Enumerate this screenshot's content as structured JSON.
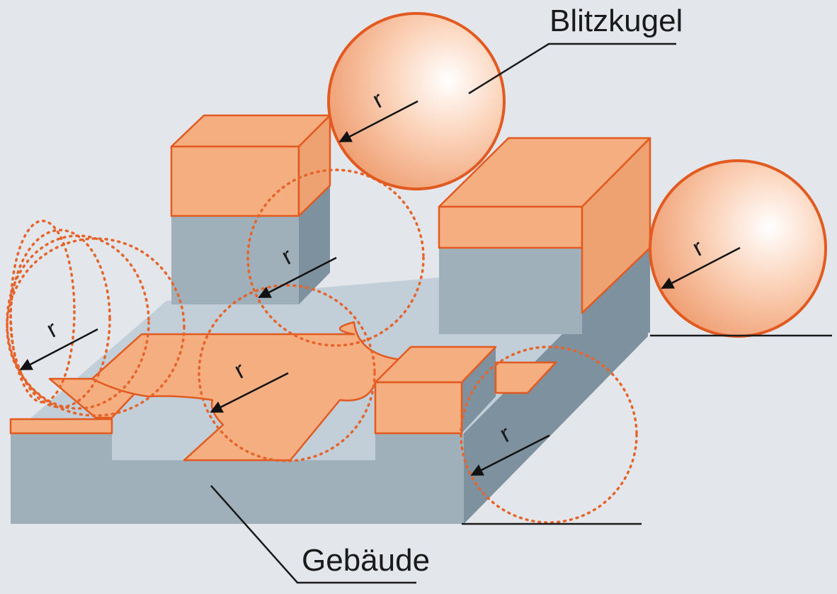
{
  "labels": {
    "sphere": "Blitzkugel",
    "building": "Gebäude",
    "radius": "r"
  },
  "colors": {
    "background": "#e3e7ec",
    "building_face": "#9fb0bb",
    "building_shadow": "#7e919e",
    "protected_zone": "#f5ae80",
    "sphere_outline": "#e25a1f"
  }
}
